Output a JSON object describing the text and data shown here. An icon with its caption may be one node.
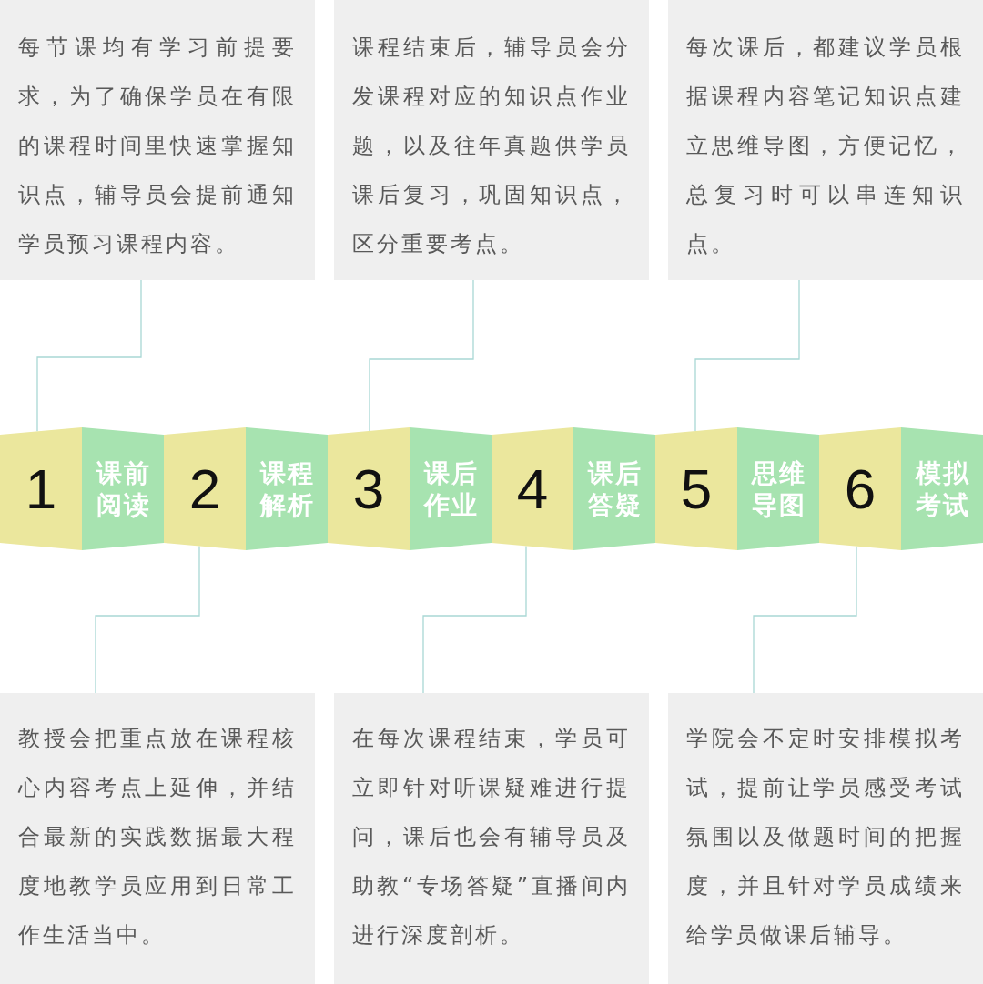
{
  "diagram": {
    "nodes": [
      {
        "text": [
          "每节课均有学习前提要求，为了确保学员在有限的课程时间里快速掌握知识点，辅导员会提前通知学员预习课程内容。"
        ]
      },
      {
        "text": [
          "课程结束后，辅导员会分发课程对应的知识点作业题，以及往年真题供学员课后复习，巩固知识点，区分重要考点。"
        ]
      },
      {
        "text": [
          "每次课后，都建议学员根据课程内容笔记知识点建立思维导图，方便记忆，总复习时可以串连知识点。"
        ]
      },
      {
        "text": [
          "1"
        ]
      },
      {
        "text": [
          "课前阅读"
        ]
      },
      {
        "text": [
          "2"
        ]
      },
      {
        "text": [
          "课程解析"
        ]
      },
      {
        "text": [
          "3"
        ]
      },
      {
        "text": [
          "课后作业"
        ]
      },
      {
        "text": [
          "4"
        ]
      },
      {
        "text": [
          "课后答疑"
        ]
      },
      {
        "text": [
          "5"
        ]
      },
      {
        "text": [
          "思维导图"
        ]
      },
      {
        "text": [
          "6"
        ]
      },
      {
        "text": [
          "模拟考试"
        ]
      },
      {
        "text": [
          "教授会把重点放在课程核心内容考点上延伸，并结合最新的实践数据最大程度地教学员应用到日常工作生活当中。"
        ]
      },
      {
        "text": [
          "在每次课程结束，学员可立即针对听课疑难进行提问，课后也会有辅导员及助教“专场答疑”直播间内进行深度剖析。"
        ]
      },
      {
        "text": [
          "学院会不定时安排模拟考试，提前让学员感受考试氛围以及做题时间的把握度，并且针对学员成绩来给学员做课后辅导。"
        ]
      }
    ],
    "edges": [
      {
        "from": 0,
        "to": 3,
        "arrow": "none"
      },
      {
        "from": 1,
        "to": 7,
        "arrow": "none"
      },
      {
        "from": 2,
        "to": 11,
        "arrow": "none"
      },
      {
        "from": 15,
        "to": 5,
        "arrow": "none"
      },
      {
        "from": 16,
        "to": 9,
        "arrow": "none"
      },
      {
        "from": 17,
        "to": 13,
        "arrow": "none"
      }
    ]
  }
}
